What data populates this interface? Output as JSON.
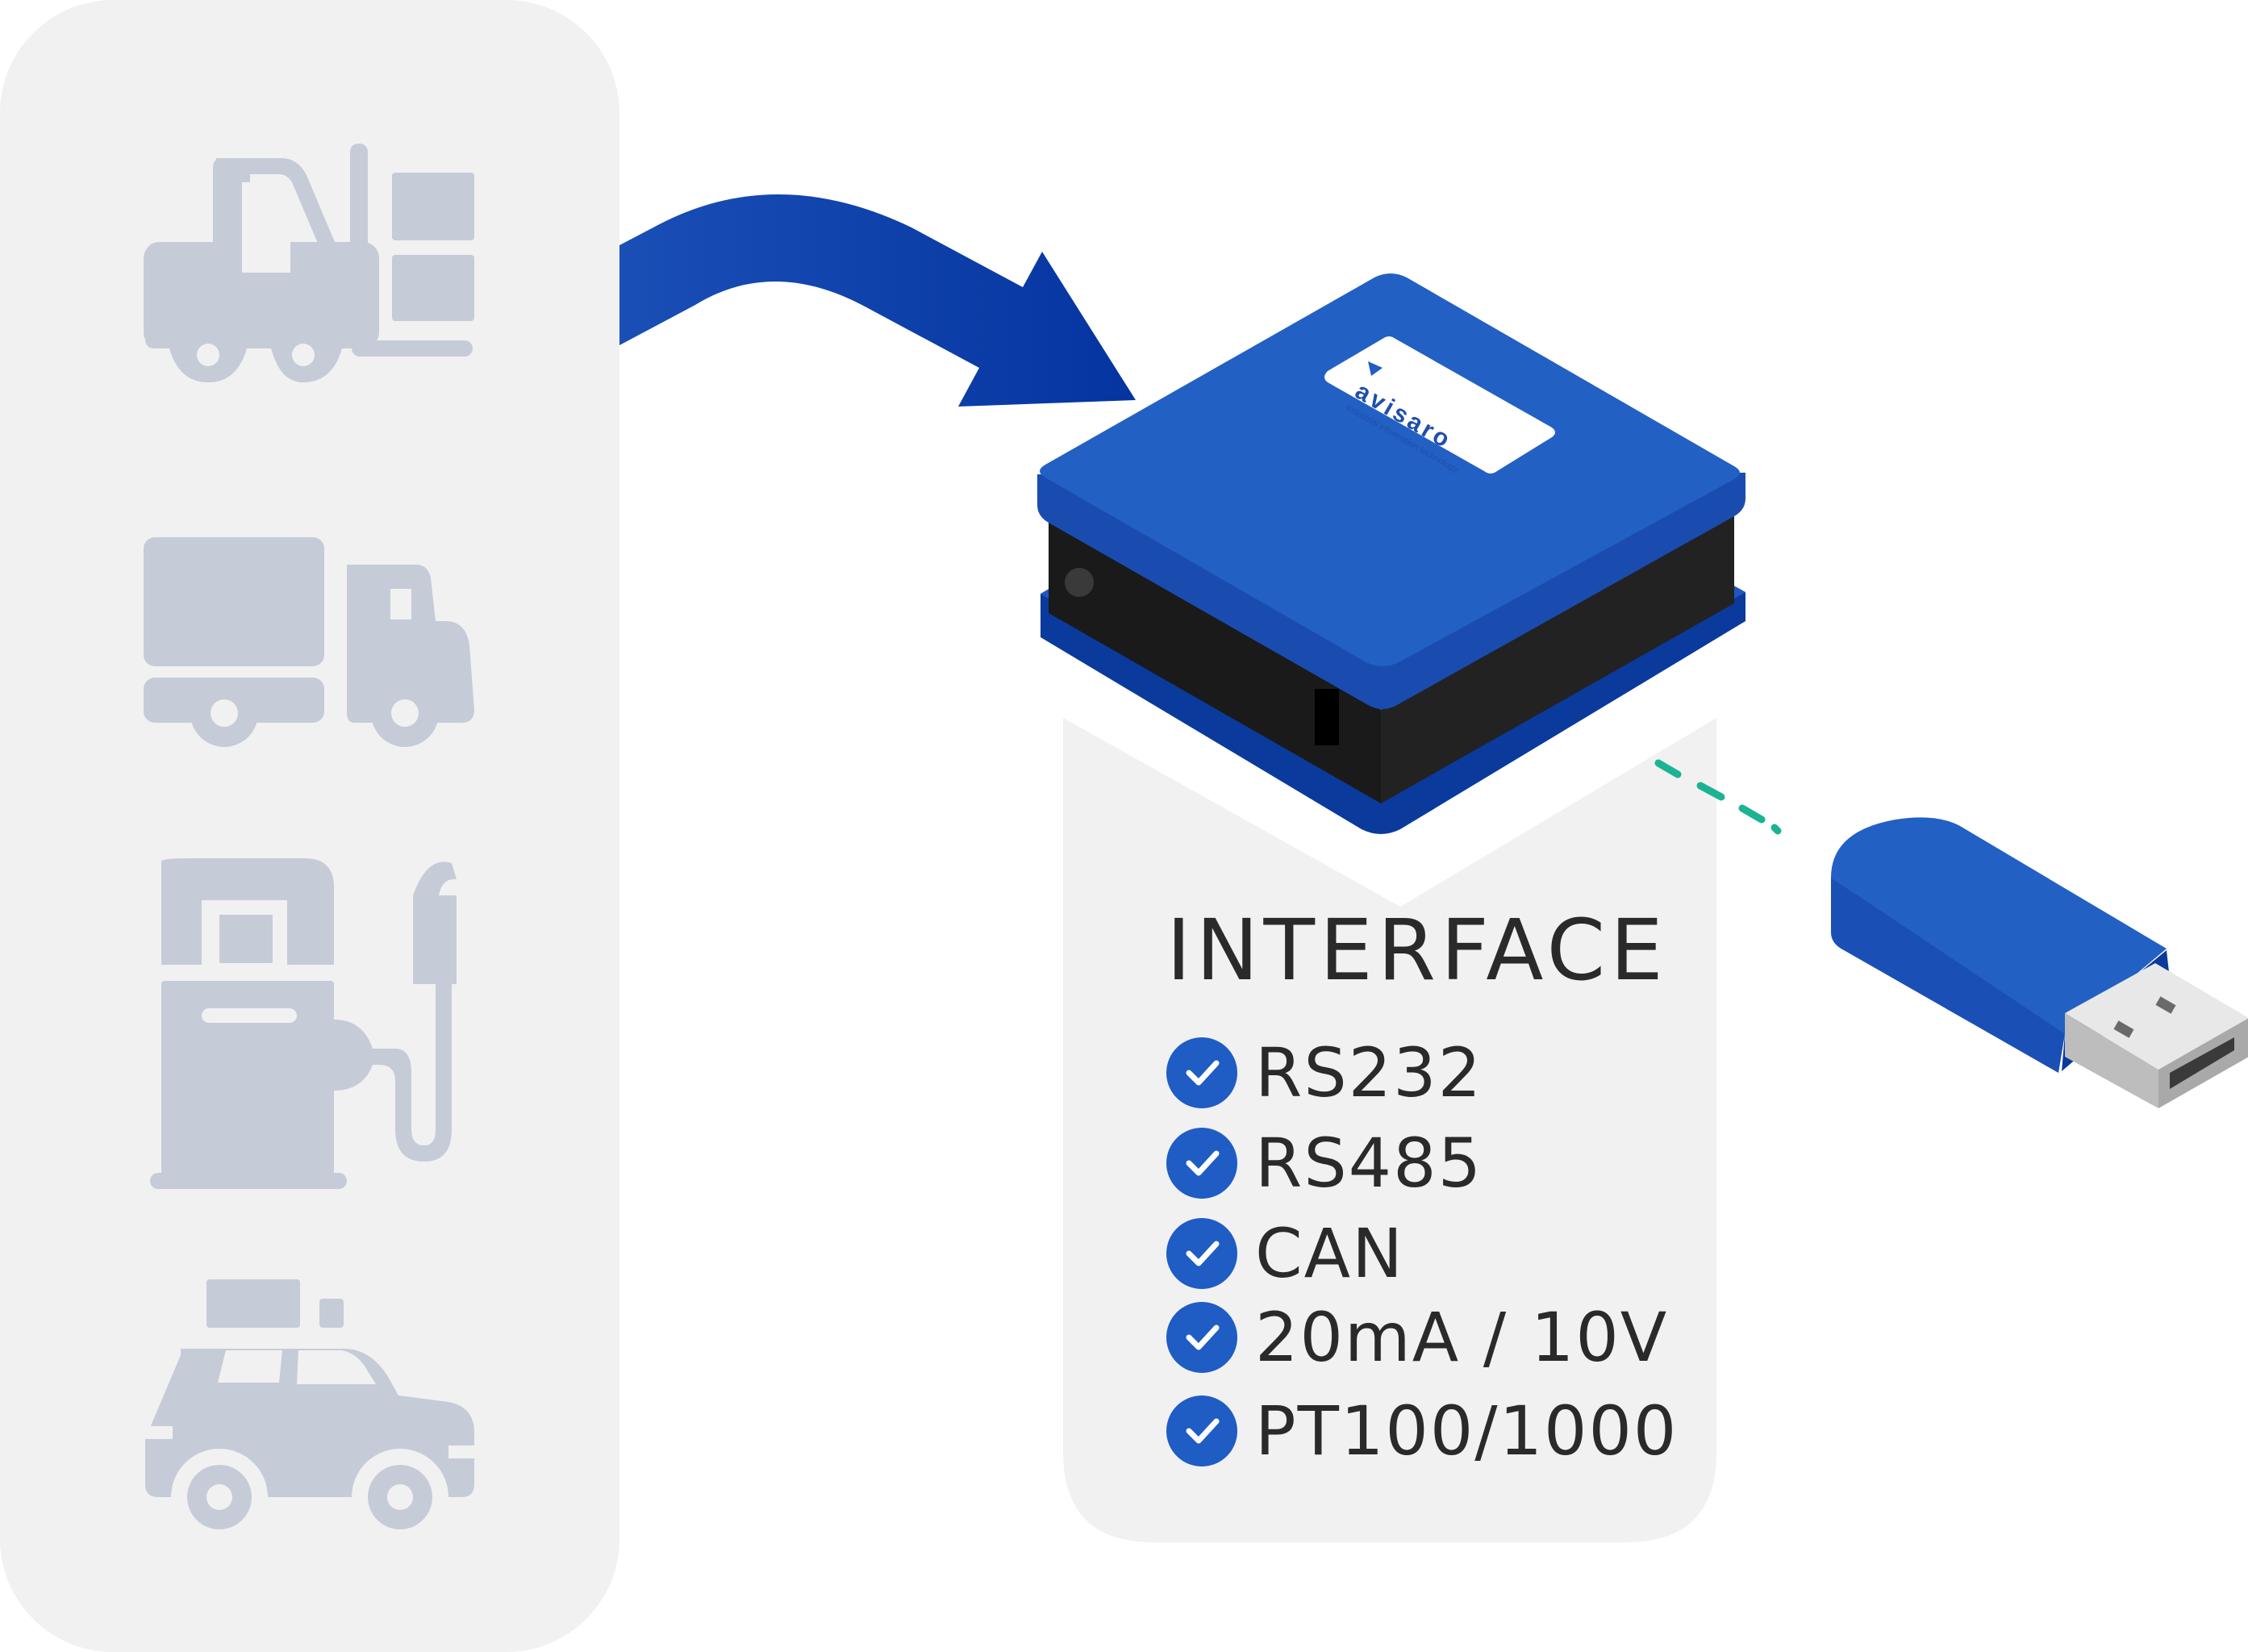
{
  "logo": {
    "brand": "avisaro",
    "tagline": "industrial information technology"
  },
  "interface": {
    "title": "INTERFACE",
    "items": [
      {
        "label": "RS232"
      },
      {
        "label": "RS485"
      },
      {
        "label": "CAN"
      },
      {
        "label": "20mA / 10V"
      },
      {
        "label": "PT100/1000"
      }
    ]
  },
  "vehicles": [
    {
      "icon": "forklift-icon"
    },
    {
      "icon": "truck-icon"
    },
    {
      "icon": "fuel-pump-icon"
    },
    {
      "icon": "car-with-luggage-icon"
    }
  ],
  "colors": {
    "panel_bg": "#f1f1f1",
    "icon_gray": "#c5ccd8",
    "brand_blue": "#1f5cc4",
    "dark_blue": "#0a3a9c",
    "dash_teal": "#1bb394"
  }
}
